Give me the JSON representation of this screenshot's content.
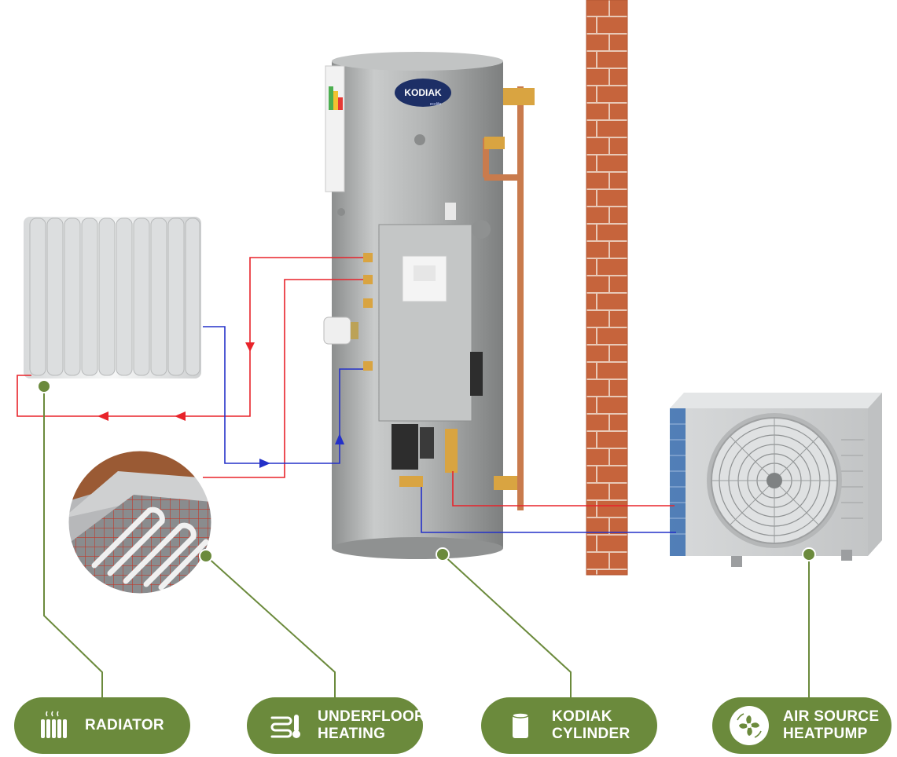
{
  "cylinder_logo": {
    "brand": "KODIAK",
    "sub": "ecolife"
  },
  "labels": [
    {
      "id": "radiator",
      "lines": [
        "RADIATOR"
      ],
      "icon": "radiator-icon"
    },
    {
      "id": "underfloor",
      "lines": [
        "UNDERFLOOR",
        "HEATING"
      ],
      "icon": "underfloor-heating-icon"
    },
    {
      "id": "cylinder",
      "lines": [
        "KODIAK",
        "CYLINDER"
      ],
      "icon": "cylinder-icon"
    },
    {
      "id": "heatpump",
      "lines": [
        "AIR SOURCE",
        "HEATPUMP"
      ],
      "icon": "fan-icon"
    }
  ],
  "colors": {
    "label_bg": "#6b8a3c",
    "leader_line": "#6b8a3c",
    "flow_pipe": "#e8232a",
    "return_pipe": "#2330c8",
    "brick": "#c2603a",
    "cylinder": "#a9abab"
  }
}
